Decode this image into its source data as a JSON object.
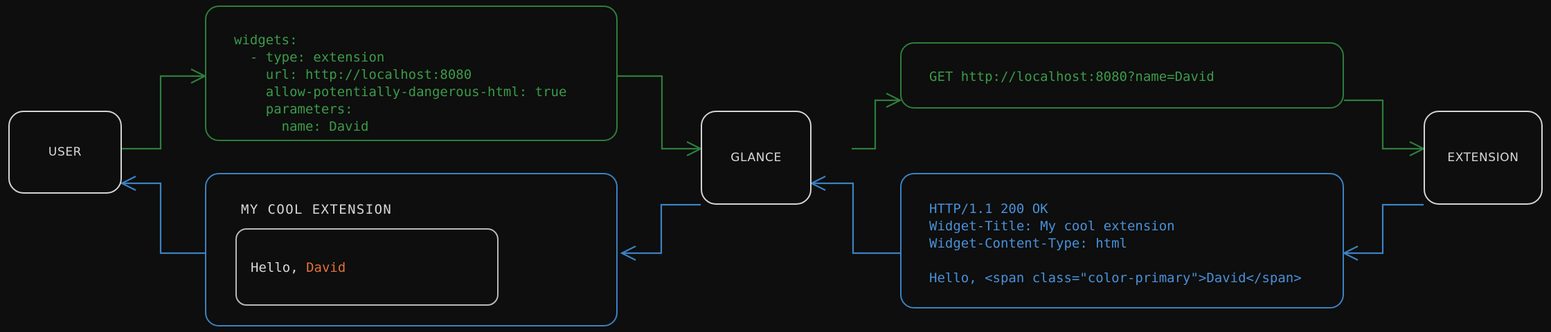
{
  "theme": {
    "background": "#0d0e0d",
    "node_border": "#d4d4d4",
    "node_text": "#d8d8d8",
    "request_green": "#3c9a4a",
    "request_green_border": "#2f7d3c",
    "response_blue": "#4a90d9",
    "response_blue_border": "#3b82c4",
    "accent_orange": "#e2703a",
    "widget_frame": "#b9b9b9"
  },
  "nodes": [
    {
      "id": "user",
      "label": "USER"
    },
    {
      "id": "glance",
      "label": "GLANCE"
    },
    {
      "id": "extension",
      "label": "EXTENSION"
    }
  ],
  "messages": {
    "config_yaml": {
      "kind": "request",
      "from": "user",
      "to": "glance",
      "lines": [
        "widgets:",
        "  - type: extension",
        "    url: http://localhost:8080",
        "    allow-potentially-dangerous-html: true",
        "    parameters:",
        "      name: David"
      ],
      "text": "widgets:\n  - type: extension\n    url: http://localhost:8080\n    allow-potentially-dangerous-html: true\n    parameters:\n      name: David"
    },
    "http_request": {
      "kind": "request",
      "from": "glance",
      "to": "extension",
      "lines": [
        "GET http://localhost:8080?name=David"
      ],
      "text": "GET http://localhost:8080?name=David"
    },
    "http_response": {
      "kind": "response",
      "from": "extension",
      "to": "glance",
      "lines": [
        "HTTP/1.1 200 OK",
        "Widget-Title: My cool extension",
        "Widget-Content-Type: html",
        "",
        "Hello, <span class=\"color-primary\">David</span>"
      ],
      "text": "HTTP/1.1 200 OK\nWidget-Title: My cool extension\nWidget-Content-Type: html\n\nHello, <span class=\"color-primary\">David</span>"
    },
    "rendered_widget": {
      "kind": "response",
      "from": "glance",
      "to": "user",
      "title": "MY COOL EXTENSION",
      "body_prefix": "Hello, ",
      "body_accent": "David"
    }
  },
  "connectors": [
    {
      "id": "user-to-config",
      "color": "#2f7d3c",
      "arrow": "right"
    },
    {
      "id": "config-to-glance",
      "color": "#2f7d3c",
      "arrow": "right"
    },
    {
      "id": "glance-to-request",
      "color": "#2f7d3c",
      "arrow": "right"
    },
    {
      "id": "request-to-extension",
      "color": "#2f7d3c",
      "arrow": "right"
    },
    {
      "id": "extension-to-response",
      "color": "#3b82c4",
      "arrow": "left"
    },
    {
      "id": "response-to-glance",
      "color": "#3b82c4",
      "arrow": "left"
    },
    {
      "id": "glance-to-widget",
      "color": "#3b82c4",
      "arrow": "left"
    },
    {
      "id": "widget-to-user",
      "color": "#3b82c4",
      "arrow": "left"
    }
  ]
}
